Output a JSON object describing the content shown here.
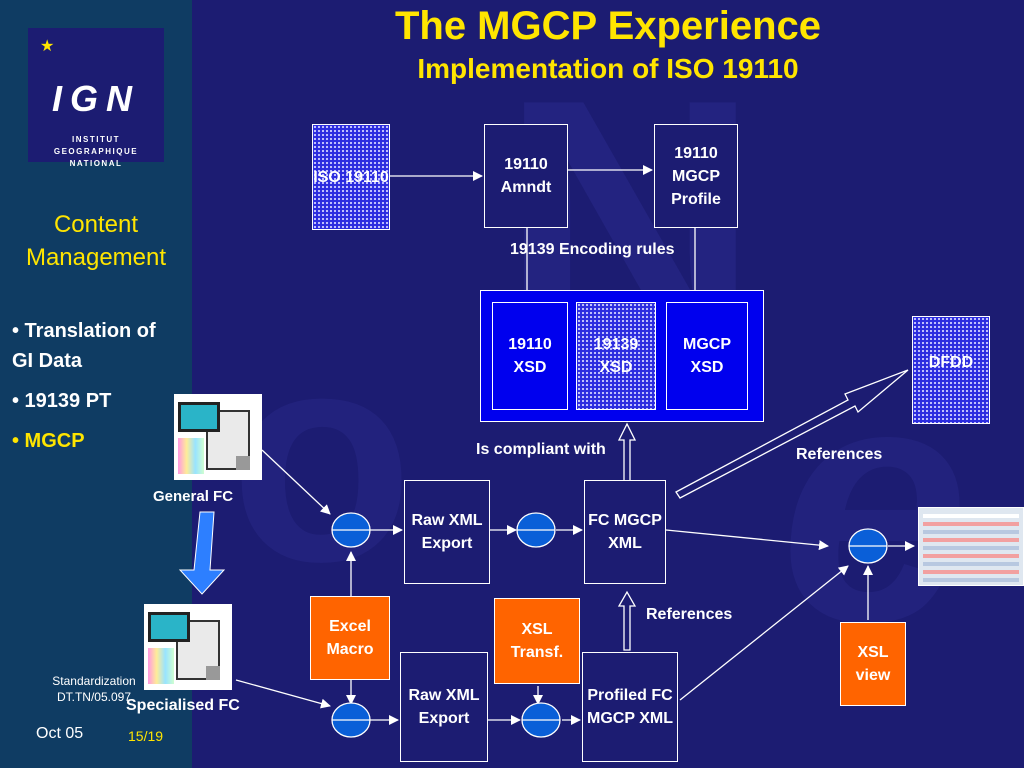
{
  "header": {
    "title": "The MGCP Experience",
    "subtitle": "Implementation of ISO 19110"
  },
  "logo": {
    "text": "IGN",
    "name_lines": [
      "INSTITUT",
      "GEOGRAPHIQUE",
      "NATIONAL"
    ]
  },
  "sidebar": {
    "heading": "Content Management",
    "bullets": [
      {
        "text": "• Translation of GI Data",
        "color": "#ffffff"
      },
      {
        "text": "• 19139 PT",
        "color": "#ffffff"
      },
      {
        "text": "• MGCP",
        "color": "#ffe500"
      }
    ]
  },
  "footer": {
    "ref": "Standardization DT.TN/05.097",
    "date": "Oct 05",
    "page": "15/19"
  },
  "diagram": {
    "iso19110": "ISO 19110",
    "amndt": "19110 Amndt",
    "mgcp_profile": "19110 MGCP Profile",
    "encoding_rules": "19139 Encoding rules",
    "xsd_19110": "19110 XSD",
    "xsd_19139": "19139 XSD",
    "xsd_mgcp": "MGCP XSD",
    "dfdd": "DFDD",
    "compliant": "Is compliant with",
    "references_1": "References",
    "references_2": "References",
    "general_fc": "General FC",
    "specialised_fc": "Specialised FC",
    "raw_xml_export_top": "Raw XML Export",
    "raw_xml_export_bottom": "Raw XML Export",
    "fc_mgcp_xml": "FC MGCP XML",
    "profiled_fc": "Profiled FC MGCP XML",
    "excel_macro": "Excel Macro",
    "xsl_transf": "XSL Transf.",
    "xsl_view": "XSL view"
  },
  "colors": {
    "background": "#1c1c72",
    "sidebar": "#0f3c63",
    "title": "#ffe500",
    "process_box": "#ff6400",
    "xsd_box": "#0000ee"
  }
}
